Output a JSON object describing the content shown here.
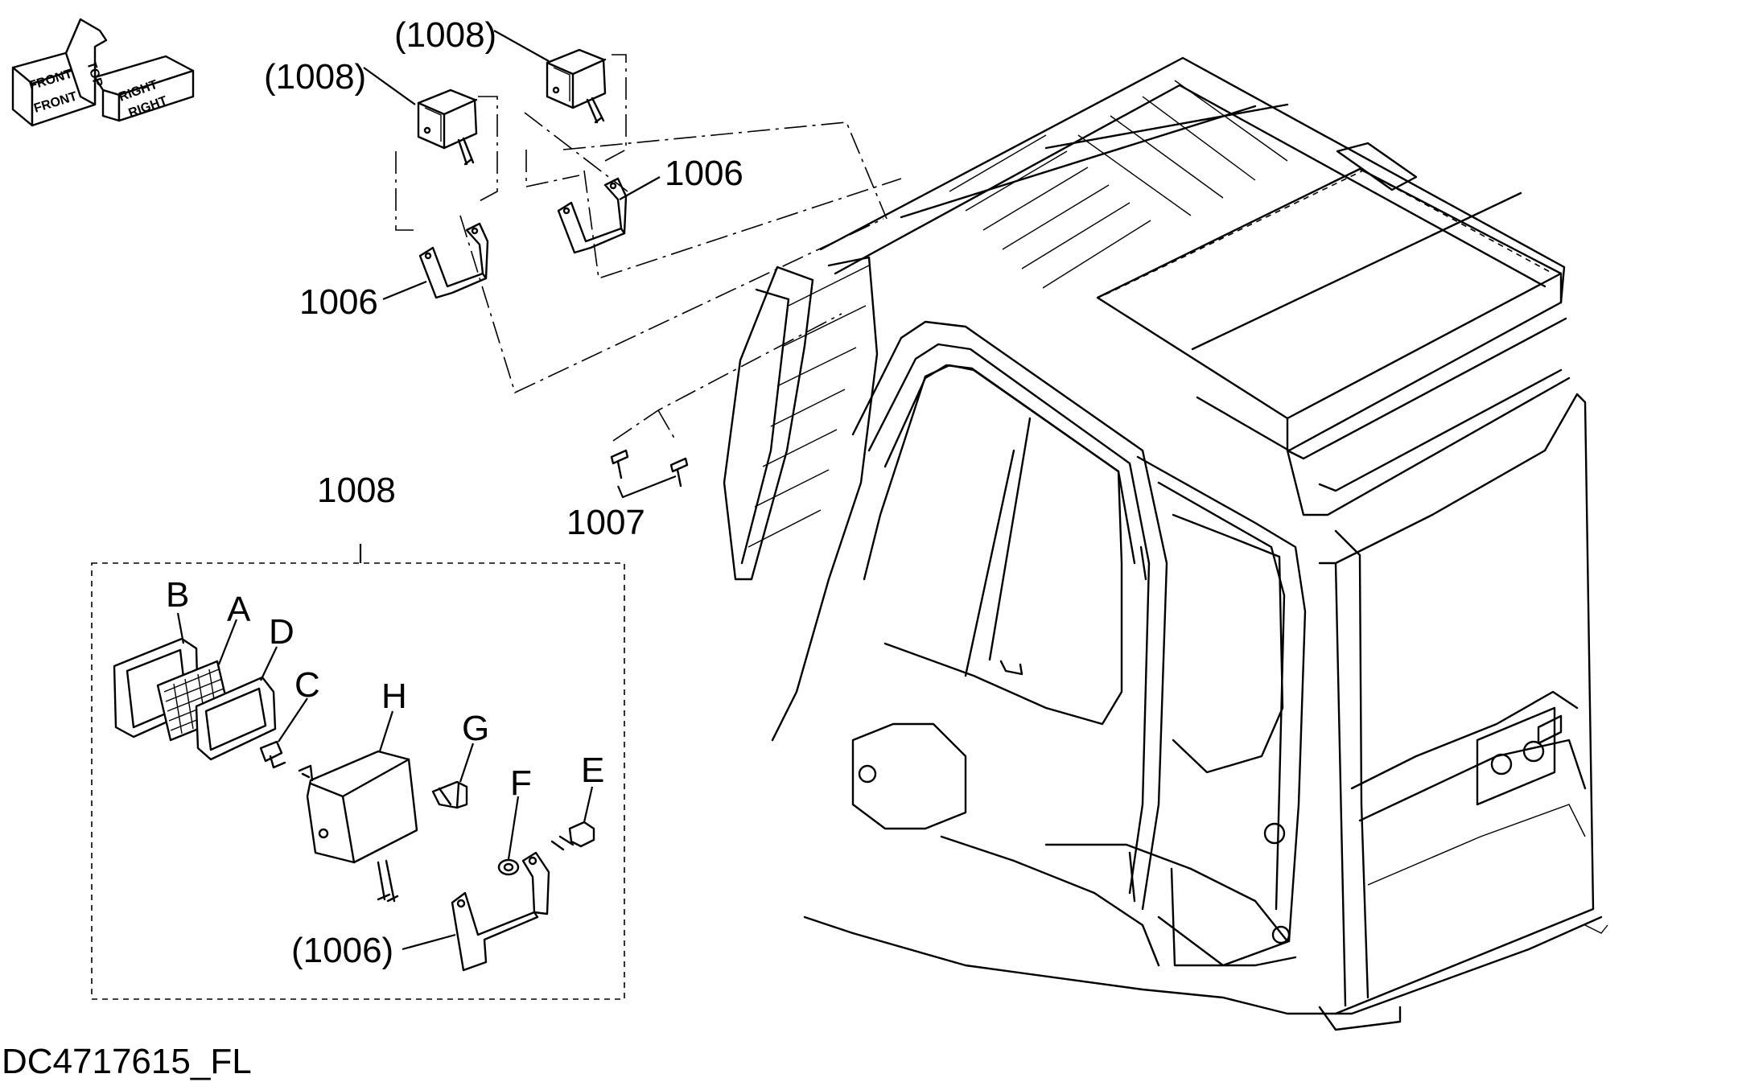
{
  "drawing_code": "DC4717615_FL",
  "orientation_indicator": {
    "front_label": "FRONT",
    "front_label_mirror": "FRONT",
    "top_label": "TOP",
    "right_label": "RIGHT",
    "right_label_mirror": "RIGHT"
  },
  "callouts": {
    "lamp_upper_left": "(1008)",
    "lamp_upper_right": "(1008)",
    "bracket_right": "1006",
    "bracket_left": "1006",
    "bolts": "1007",
    "detail_group": "1008",
    "detail_bracket": "(1006)"
  },
  "detail_letters": {
    "B": "B",
    "A": "A",
    "D": "D",
    "C": "C",
    "H": "H",
    "G": "G",
    "F": "F",
    "E": "E"
  }
}
